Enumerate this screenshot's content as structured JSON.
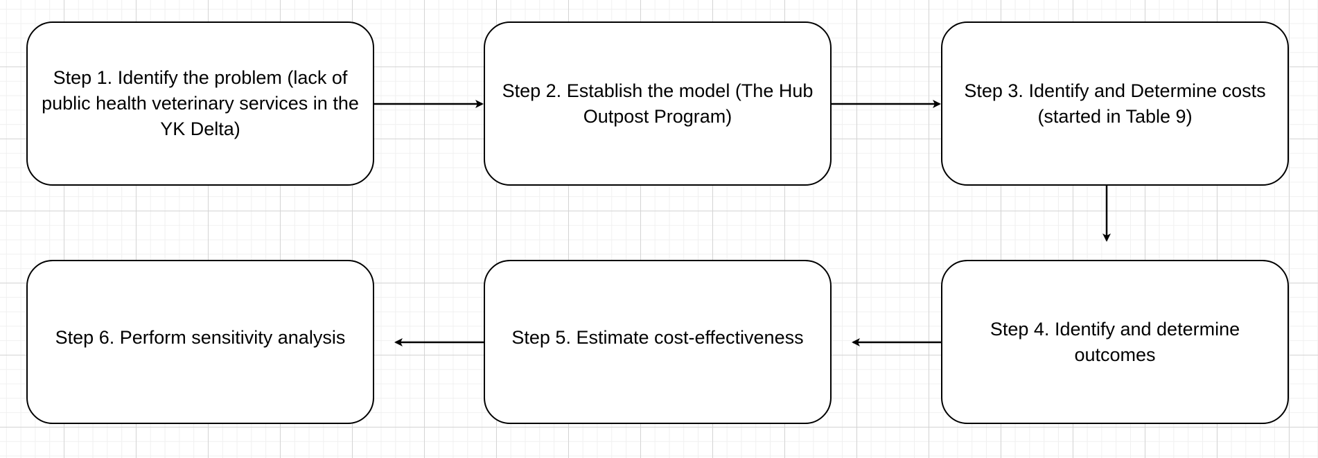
{
  "steps": {
    "step1": "Step 1. Identify the problem (lack of public health veterinary services in the YK Delta)",
    "step2": "Step 2. Establish the model (The Hub Outpost Program)",
    "step3": "Step 3. Identify and Determine costs (started in Table 9)",
    "step4": "Step 4. Identify and determine outcomes",
    "step5": "Step 5. Estimate cost-effectiveness",
    "step6": "Step 6. Perform sensitivity analysis"
  },
  "colors": {
    "border": "#000000",
    "background": "#ffffff",
    "grid": "#d4d4d4"
  }
}
